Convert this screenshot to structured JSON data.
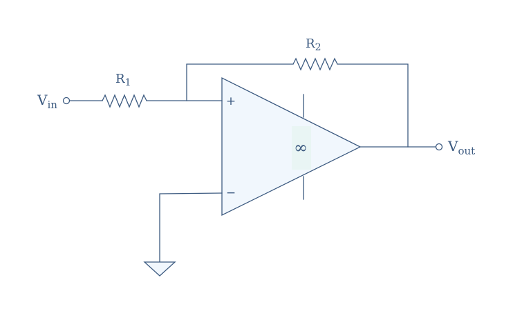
{
  "colors": {
    "stroke": "#3c5a80",
    "opamp_fill": "#f1f7fd",
    "opamp_highlight": "#e9f5f4",
    "background": "#ffffff"
  },
  "labels": {
    "vin_main": "V",
    "vin_sub": "in",
    "vout_main": "V",
    "vout_sub": "out",
    "r1_main": "R",
    "r1_sub": "1",
    "r2_main": "R",
    "r2_sub": "2"
  },
  "opamp": {
    "plus_sign": "+",
    "minus_sign": "−",
    "gain_symbol": "∞"
  },
  "icons": {
    "ground": "ground-icon",
    "input_terminal": "terminal-circle-icon",
    "output_terminal": "terminal-circle-icon"
  }
}
